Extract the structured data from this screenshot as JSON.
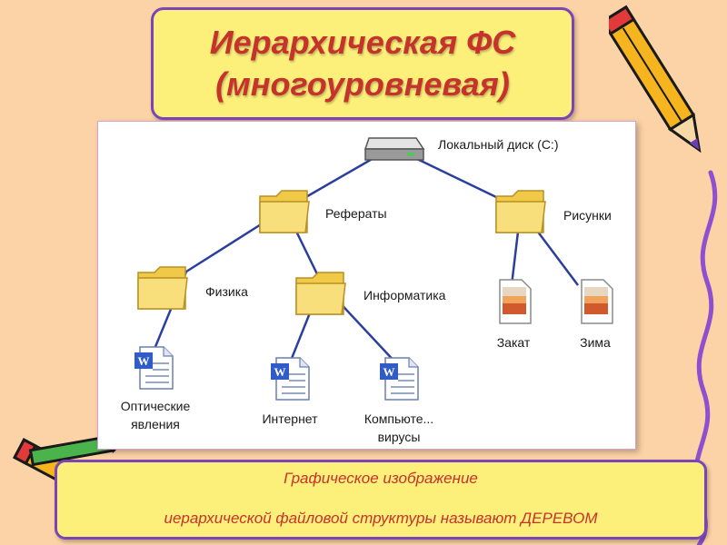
{
  "title": {
    "line1": "Иерархическая ФС",
    "line2": "(многоуровневая)"
  },
  "tree": {
    "root": {
      "label": "Локальный диск (C:)",
      "icon": "hard-drive-icon"
    },
    "folders": {
      "referaty": "Рефераты",
      "risunki": "Рисунки",
      "fizika": "Физика",
      "informatika": "Информатика"
    },
    "files": {
      "opticheskie_line1": "Оптические",
      "opticheskie_line2": "явления",
      "internet": "Интернет",
      "kompyute_line1": "Компьюте...",
      "kompyute_line2": "вирусы",
      "zakat": "Закат",
      "zima": "Зима"
    }
  },
  "caption": {
    "line1": "Графическое изображение",
    "line2": "иерархической файловой структуры называют ДЕРЕВОМ"
  },
  "colors": {
    "background": "#fbd3a6",
    "box_fill": "#fdf07a",
    "box_border": "#7b45b8",
    "title_text": "#c6322c",
    "tree_lines": "#2a3f9e",
    "folder": "#f5d35e"
  }
}
